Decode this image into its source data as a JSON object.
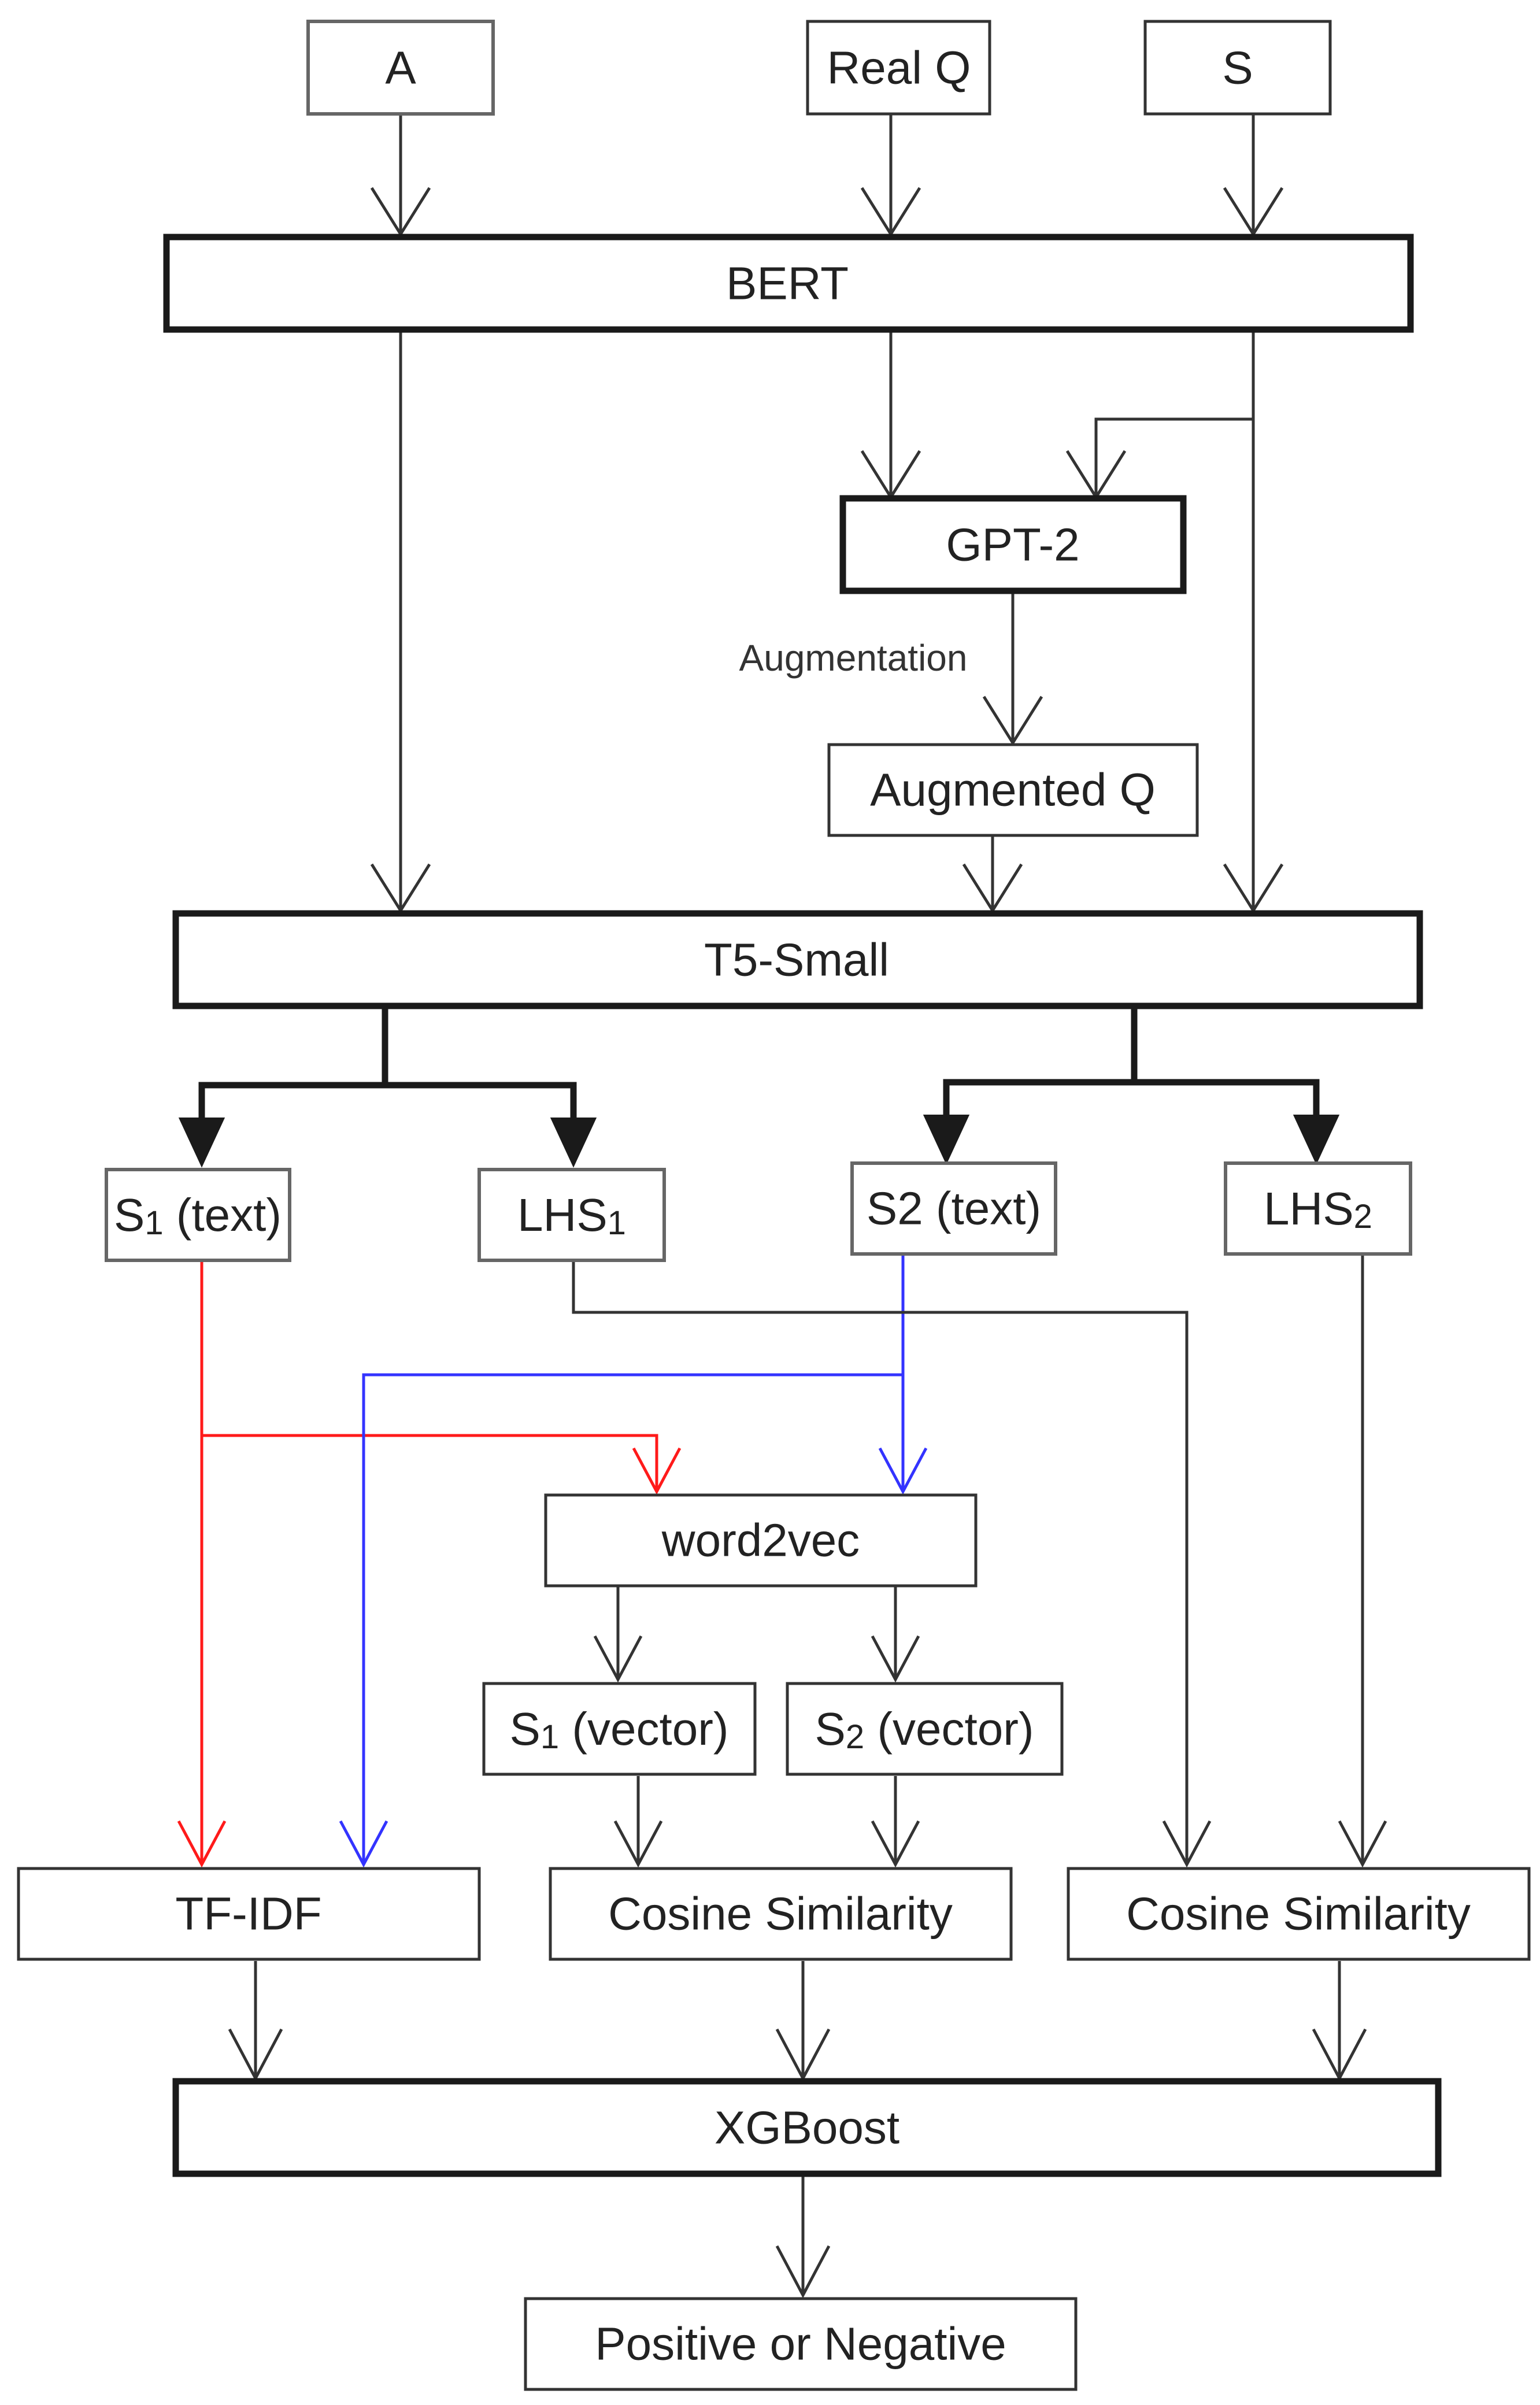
{
  "colors": {
    "black": "#333333",
    "red": "#ff1a1a",
    "blue": "#3333ff"
  },
  "nodes": {
    "a": "A",
    "real_q": "Real Q",
    "s": "S",
    "bert": "BERT",
    "gpt2": "GPT-2",
    "augmentation_label": "Augmentation",
    "augmented_q": "Augmented Q",
    "t5": "T5-Small",
    "s1_text": {
      "base": "S",
      "sub": "1",
      "rest": " (text)"
    },
    "lhs1": {
      "base": "LHS",
      "sub": "1"
    },
    "s2_text": "S2 (text)",
    "lhs2": {
      "base": "LHS",
      "sub": "2"
    },
    "word2vec": "word2vec",
    "s1_vector": {
      "base": "S",
      "sub": "1",
      "rest": " (vector)"
    },
    "s2_vector": {
      "base": "S",
      "sub": "2",
      "rest": " (vector)"
    },
    "tfidf": "TF-IDF",
    "cosine1": "Cosine Similarity",
    "cosine2": "Cosine Similarity",
    "xgboost": "XGBoost",
    "output": "Positive or Negative"
  }
}
